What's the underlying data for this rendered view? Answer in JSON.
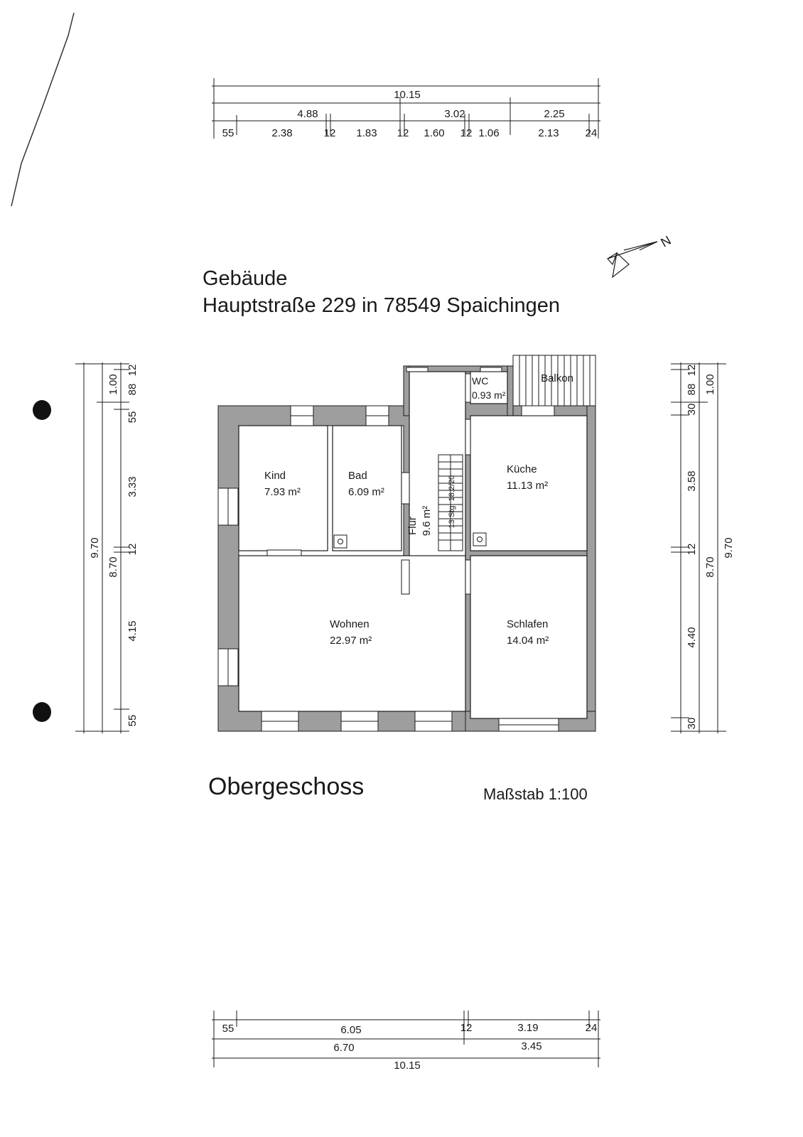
{
  "document": {
    "title_line1": "Gebäude",
    "title_line2": "Hauptstraße 229 in 78549 Spaichingen",
    "floor_name": "Obergeschoss",
    "scale": "Maßstab 1:100"
  },
  "rooms": {
    "kind": {
      "name": "Kind",
      "area": "7.93 m²"
    },
    "bad": {
      "name": "Bad",
      "area": "6.09 m²"
    },
    "flur": {
      "name": "Flur",
      "area": "9.6 m²"
    },
    "stairs": {
      "label": "13 Stg. 18.2/20"
    },
    "wc": {
      "name": "WC",
      "area": "0.93 m²"
    },
    "balkon": {
      "name": "Balkon"
    },
    "kueche": {
      "name": "Küche",
      "area": "11.13 m²"
    },
    "wohnen": {
      "name": "Wohnen",
      "area": "22.97 m²"
    },
    "schlafen": {
      "name": "Schlafen",
      "area": "14.04 m²"
    }
  },
  "north_arrow": {
    "label": "N"
  },
  "dimensions": {
    "top": {
      "total": "10.15",
      "row2": [
        "4.88",
        "3.02",
        "2.25"
      ],
      "row3": [
        "55",
        "2.38",
        "12",
        "1.83",
        "12",
        "1.60",
        "12",
        "1.06",
        "2.13",
        "24"
      ]
    },
    "bottom": {
      "row1": [
        "55",
        "6.05",
        "12",
        "3.19",
        "24"
      ],
      "row2": [
        "6.70",
        "3.45"
      ],
      "total": "10.15"
    },
    "left": {
      "total": "9.70",
      "row2": [
        "1.00",
        "8.70"
      ],
      "row3": [
        "12",
        "88",
        "55",
        "3.33",
        "12",
        "4.15",
        "55"
      ]
    },
    "right": {
      "row1": [
        "12",
        "88",
        "30",
        "3.58",
        "12",
        "4.40",
        "30"
      ],
      "row2": [
        "1.00",
        "8.70"
      ],
      "total": "9.70"
    }
  },
  "colors": {
    "wall": "#9e9e9e",
    "line": "#1a1a1a",
    "background": "#ffffff"
  }
}
